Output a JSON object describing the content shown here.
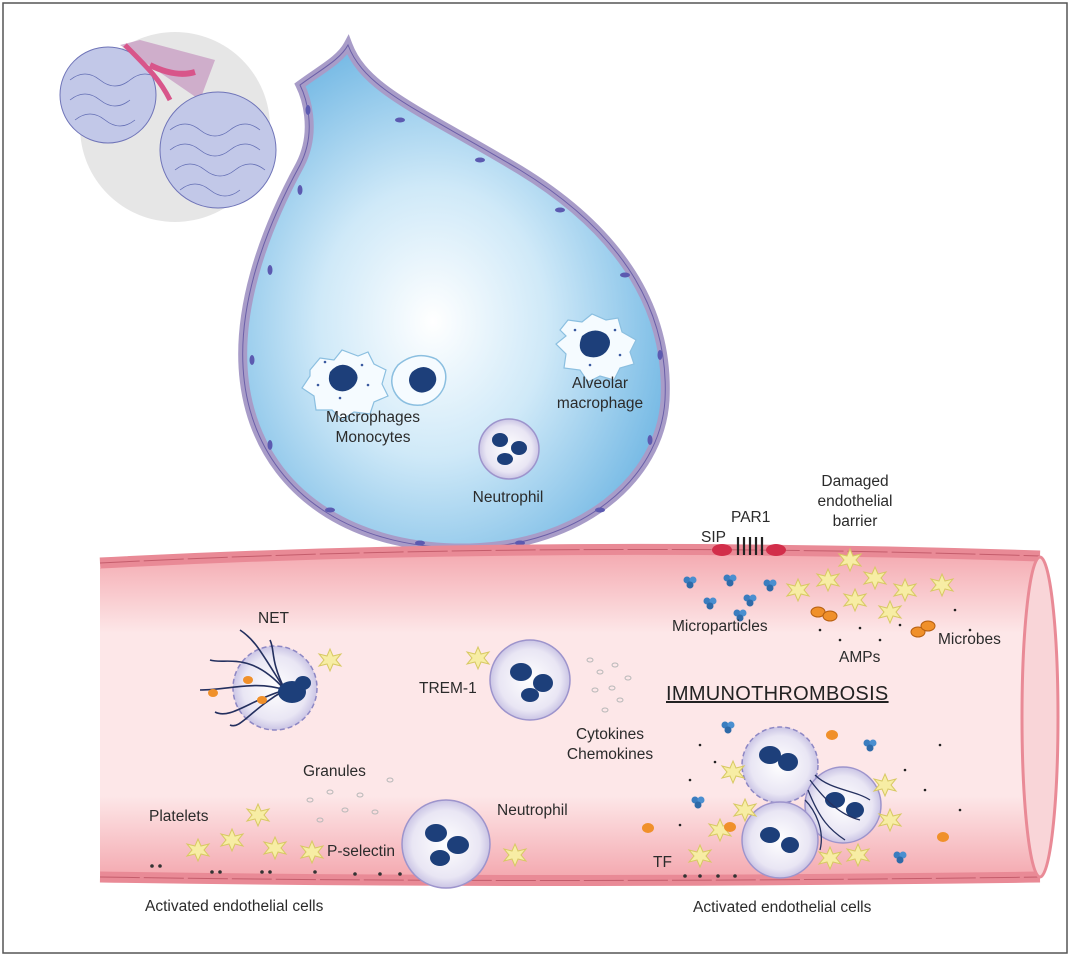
{
  "labels": {
    "macrophages": "Macrophages",
    "monocytes": "Monocytes",
    "alveolar_1": "Alveolar",
    "alveolar_2": "macrophage",
    "neutrophil_alveolus": "Neutrophil",
    "damaged_1": "Damaged",
    "damaged_2": "endothelial",
    "damaged_3": "barrier",
    "par1": "PAR1",
    "sip": "SIP",
    "net": "NET",
    "microparticles": "Microparticles",
    "amps": "AMPs",
    "microbes": "Microbes",
    "trem1": "TREM-1",
    "immunothrombosis": "IMMUNOTHROMBOSIS",
    "cytokines": "Cytokines",
    "chemokines": "Chemokines",
    "granules": "Granules",
    "platelets": "Platelets",
    "neutrophil_vessel": "Neutrophil",
    "p_selectin": "P-selectin",
    "tf": "TF",
    "activated_left": "Activated endothelial cells",
    "activated_right": "Activated endothelial cells"
  },
  "colors": {
    "alveolus_fill": "#cfe9f8",
    "alveolus_border": "#a89cc8",
    "vessel_fill": "#f7c9cc",
    "endothelium": "#e98a96",
    "nucleus": "#1d3f7a",
    "platelet": "#f4ea9c",
    "microparticle": "#3a7dbf",
    "microbe": "#f0902a"
  }
}
